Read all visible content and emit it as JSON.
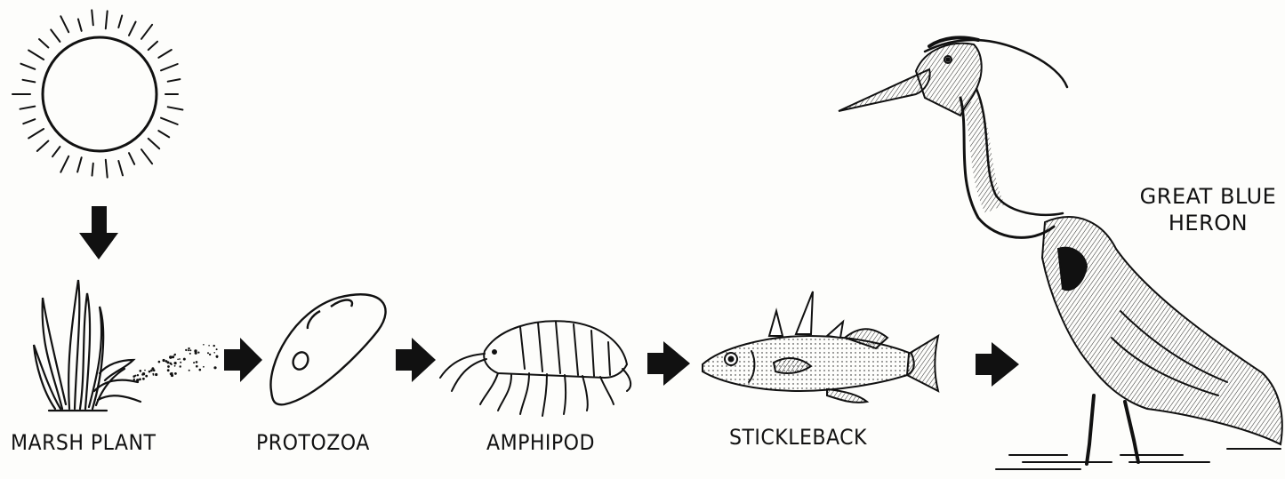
{
  "diagram": {
    "labels": {
      "marsh_plant": "MARSH PLANT",
      "protozoa": "PROTOZOA",
      "amphipod": "AMPHIPOD",
      "stickleback": "STICKLEBACK",
      "heron_line1": "GREAT BLUE",
      "heron_line2": "HERON"
    },
    "colors": {
      "ink": "#111111",
      "paper": "#fdfdfb"
    }
  }
}
